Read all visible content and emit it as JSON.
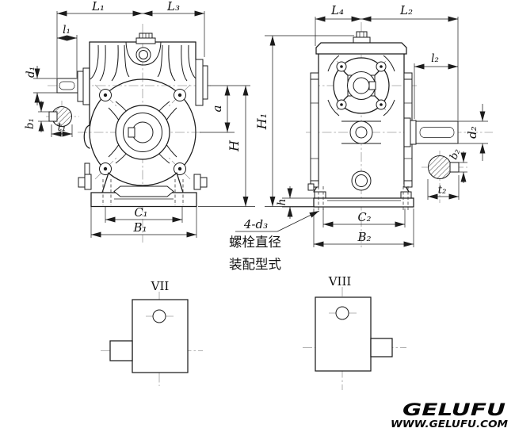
{
  "colors": {
    "line": "#1c1c1c",
    "centerline": "#9c9c9c",
    "background": "#ffffff"
  },
  "views": {
    "front": {
      "dims": {
        "L1": "L₁",
        "L3": "L₃",
        "l1": "l₁",
        "d1": "d₁",
        "b1": "b₁",
        "t1": "t₁",
        "a": "a",
        "H": "H",
        "C1": "C₁",
        "B1": "B₁"
      }
    },
    "side": {
      "dims": {
        "L4": "L₄",
        "L2": "L₂",
        "l2": "l₂",
        "d2": "d₂",
        "b2": "b₂",
        "t2": "t₂",
        "H1": "H₁",
        "h": "h",
        "C2": "C₂",
        "B2": "B₂"
      }
    }
  },
  "callout": {
    "bolt_spec": "4-d₃",
    "bolt_diameter_text": "螺栓直径",
    "assembly_type_text": "装配型式"
  },
  "variant_views": {
    "vii": "VII",
    "viii": "VIII"
  },
  "branding": {
    "logo": "GELUFU",
    "website": "WWW.GELUFU.COM"
  }
}
